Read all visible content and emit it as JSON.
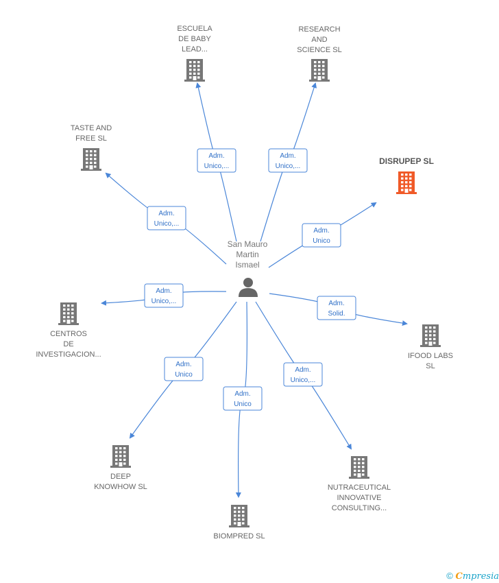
{
  "person": {
    "name_lines": [
      "San Mauro",
      "Martin",
      "Ismael"
    ],
    "icon": "person-icon"
  },
  "colors": {
    "edge": "#4a86d8",
    "building": "#777777",
    "building_highlight": "#f05a28"
  },
  "companies": [
    {
      "id": "escuela",
      "lines": [
        "ESCUELA",
        "DE BABY",
        "LEAD..."
      ],
      "highlight": false,
      "role": [
        "Adm.",
        "Unico,..."
      ],
      "icon": "building-icon"
    },
    {
      "id": "research",
      "lines": [
        "RESEARCH",
        "AND",
        "SCIENCE  SL"
      ],
      "highlight": false,
      "role": [
        "Adm.",
        "Unico,..."
      ],
      "icon": "building-icon"
    },
    {
      "id": "taste",
      "lines": [
        "TASTE AND",
        "FREE  SL"
      ],
      "highlight": false,
      "role": [
        "Adm.",
        "Unico,..."
      ],
      "icon": "building-icon"
    },
    {
      "id": "disrupep",
      "lines": [
        "DISRUPEP  SL"
      ],
      "highlight": true,
      "role": [
        "Adm.",
        "Unico"
      ],
      "icon": "building-icon"
    },
    {
      "id": "centros",
      "lines": [
        "CENTROS",
        "DE",
        "INVESTIGACION..."
      ],
      "highlight": false,
      "role": [
        "Adm.",
        "Unico,..."
      ],
      "icon": "building-icon"
    },
    {
      "id": "ifood",
      "lines": [
        "IFOOD LABS",
        "SL"
      ],
      "highlight": false,
      "role": [
        "Adm.",
        "Solid."
      ],
      "icon": "building-icon"
    },
    {
      "id": "deep",
      "lines": [
        "DEEP",
        "KNOWHOW  SL"
      ],
      "highlight": false,
      "role": [
        "Adm.",
        "Unico"
      ],
      "icon": "building-icon"
    },
    {
      "id": "biompred",
      "lines": [
        "BIOMPRED  SL"
      ],
      "highlight": false,
      "role": [
        "Adm.",
        "Unico"
      ],
      "icon": "building-icon"
    },
    {
      "id": "nutraceutical",
      "lines": [
        "NUTRACEUTICAL",
        "INNOVATIVE",
        "CONSULTING..."
      ],
      "highlight": false,
      "role": [
        "Adm.",
        "Unico,..."
      ],
      "icon": "building-icon"
    }
  ],
  "footer": {
    "copyright": "©",
    "brand_first": "C",
    "brand_rest": "mpresia"
  }
}
